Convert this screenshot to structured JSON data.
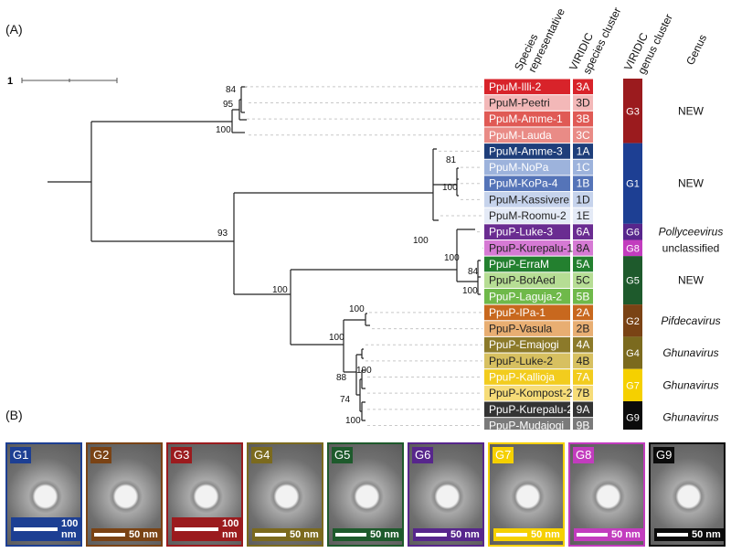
{
  "panels": {
    "a_label": "(A)",
    "b_label": "(B)"
  },
  "scale_bar": {
    "label": "1"
  },
  "headers": {
    "species_rep": [
      "Species",
      "representative"
    ],
    "species_cluster": [
      "VIRIDIC",
      "species cluster"
    ],
    "genus_cluster": [
      "VIRIDIC",
      "genus cluster"
    ],
    "genus": "Genus"
  },
  "taxa": [
    {
      "name": "PpuM-Illi-2",
      "cluster": "3A",
      "color": "#d8232a",
      "text": "#ffffff"
    },
    {
      "name": "PpuM-Peetri",
      "cluster": "3D",
      "color": "#f3b8b8",
      "text": "#222222"
    },
    {
      "name": "PpuM-Amme-1",
      "cluster": "3B",
      "color": "#e05a55",
      "text": "#ffffff"
    },
    {
      "name": "PpuM-Lauda",
      "cluster": "3C",
      "color": "#e98b86",
      "text": "#ffffff"
    },
    {
      "name": "PpuM-Amme-3",
      "cluster": "1A",
      "color": "#1e3e7a",
      "text": "#ffffff"
    },
    {
      "name": "PpuM-NoPa",
      "cluster": "1C",
      "color": "#9db3dc",
      "text": "#ffffff"
    },
    {
      "name": "PpuM-KoPa-4",
      "cluster": "1B",
      "color": "#5574b8",
      "text": "#ffffff"
    },
    {
      "name": "PpuM-Kassivere",
      "cluster": "1D",
      "color": "#c6d3ec",
      "text": "#222222"
    },
    {
      "name": "PpuM-Roomu-2",
      "cluster": "1E",
      "color": "#e4eaf6",
      "text": "#222222"
    },
    {
      "name": "PpuP-Luke-3",
      "cluster": "6A",
      "color": "#6a2c91",
      "text": "#ffffff"
    },
    {
      "name": "PpuP-Kurepalu-1",
      "cluster": "8A",
      "color": "#d67ad4",
      "text": "#222222"
    },
    {
      "name": "PpuP-ErraM",
      "cluster": "5A",
      "color": "#23802f",
      "text": "#ffffff"
    },
    {
      "name": "PpuP-BotAed",
      "cluster": "5C",
      "color": "#b6dd94",
      "text": "#222222"
    },
    {
      "name": "PpuP-Laguja-2",
      "cluster": "5B",
      "color": "#6fb94a",
      "text": "#ffffff"
    },
    {
      "name": "PpuP-IPa-1",
      "cluster": "2A",
      "color": "#c8681e",
      "text": "#ffffff"
    },
    {
      "name": "PpuP-Vasula",
      "cluster": "2B",
      "color": "#e8ae72",
      "text": "#222222"
    },
    {
      "name": "PpuP-Emajogi",
      "cluster": "4A",
      "color": "#8c7a2a",
      "text": "#ffffff"
    },
    {
      "name": "PpuP-Luke-2",
      "cluster": "4B",
      "color": "#d7c060",
      "text": "#222222"
    },
    {
      "name": "PpuP-Kallioja",
      "cluster": "7A",
      "color": "#f2cc1e",
      "text": "#ffffff"
    },
    {
      "name": "PpuP-Kompost-2",
      "cluster": "7B",
      "color": "#f6dc78",
      "text": "#222222"
    },
    {
      "name": "PpuP-Kurepalu-2",
      "cluster": "9A",
      "color": "#333333",
      "text": "#ffffff"
    },
    {
      "name": "PpuP-Mudajogi",
      "cluster": "9B",
      "color": "#7a7a7a",
      "text": "#ffffff"
    }
  ],
  "genus_groups": [
    {
      "label": "G3",
      "from": 0,
      "to": 3,
      "color": "#9b1b1e",
      "genus": "NEW",
      "italic": false
    },
    {
      "label": "G1",
      "from": 4,
      "to": 8,
      "color": "#1d3f93",
      "genus": "NEW",
      "italic": false
    },
    {
      "label": "G6",
      "from": 9,
      "to": 9,
      "color": "#57268c",
      "genus": "Pollyceevirus",
      "italic": true
    },
    {
      "label": "G8",
      "from": 10,
      "to": 10,
      "color": "#c23cbe",
      "genus": "unclassified",
      "italic": false
    },
    {
      "label": "G5",
      "from": 11,
      "to": 13,
      "color": "#1e5a2c",
      "genus": "NEW",
      "italic": false
    },
    {
      "label": "G2",
      "from": 14,
      "to": 15,
      "color": "#7a4315",
      "genus": "Pifdecavirus",
      "italic": true
    },
    {
      "label": "G4",
      "from": 16,
      "to": 17,
      "color": "#7b6a1e",
      "genus": "Ghunavirus",
      "italic": true
    },
    {
      "label": "G7",
      "from": 18,
      "to": 19,
      "color": "#f5d000",
      "genus": "Ghunavirus",
      "italic": true
    },
    {
      "label": "G9",
      "from": 20,
      "to": 21,
      "color": "#0b0b0b",
      "genus": "Ghunavirus",
      "italic": true
    }
  ],
  "bootstrap": [
    "84",
    "95",
    "100",
    "81",
    "100",
    "93",
    "100",
    "100",
    "84",
    "100",
    "100",
    "100",
    "100",
    "100",
    "88",
    "74",
    "100"
  ],
  "micrographs": [
    {
      "label": "G1",
      "color": "#1d3f93",
      "scale": "100 nm"
    },
    {
      "label": "G2",
      "color": "#7a4315",
      "scale": "50 nm"
    },
    {
      "label": "G3",
      "color": "#9b1b1e",
      "scale": "100 nm"
    },
    {
      "label": "G4",
      "color": "#7b6a1e",
      "scale": "50 nm"
    },
    {
      "label": "G5",
      "color": "#1e5a2c",
      "scale": "50 nm"
    },
    {
      "label": "G6",
      "color": "#57268c",
      "scale": "50 nm"
    },
    {
      "label": "G7",
      "color": "#f5d000",
      "scale": "50 nm"
    },
    {
      "label": "G8",
      "color": "#c23cbe",
      "scale": "50 nm"
    },
    {
      "label": "G9",
      "color": "#0b0b0b",
      "scale": "50 nm"
    }
  ]
}
